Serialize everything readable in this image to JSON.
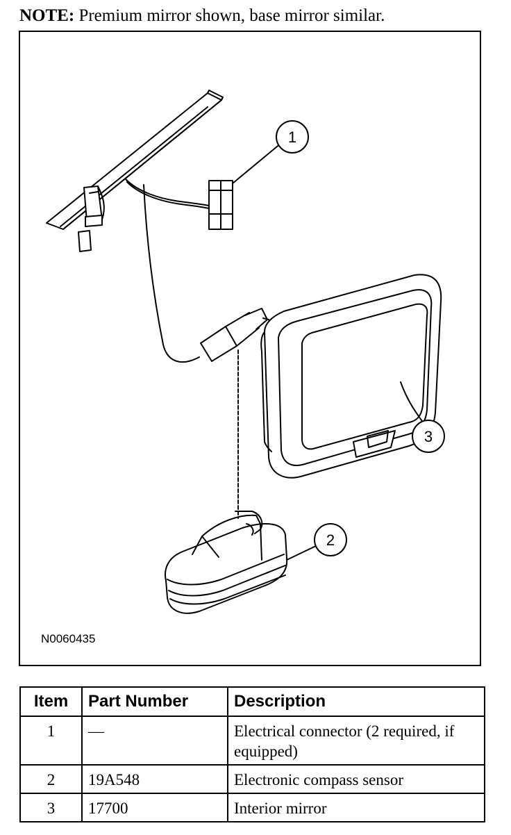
{
  "note": {
    "label": "NOTE:",
    "text": "Premium mirror shown, base mirror similar."
  },
  "figure": {
    "id": "N0060435",
    "callouts": [
      "1",
      "3",
      "2"
    ]
  },
  "table": {
    "headers": [
      "Item",
      "Part Number",
      "Description"
    ],
    "rows": [
      {
        "item": "1",
        "part": "—",
        "desc": "Electrical connector (2 required, if equipped)"
      },
      {
        "item": "2",
        "part": "19A548",
        "desc": "Electronic compass sensor"
      },
      {
        "item": "3",
        "part": "17700",
        "desc": "Interior mirror"
      }
    ]
  }
}
